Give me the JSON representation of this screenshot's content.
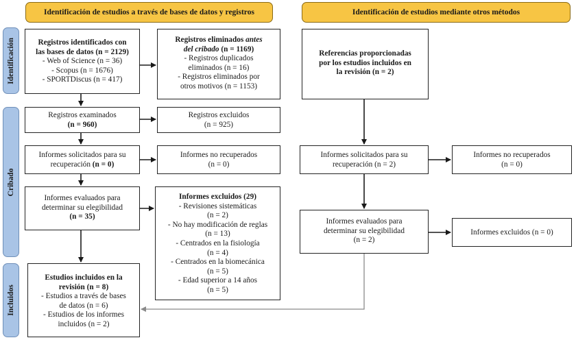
{
  "headers": {
    "databases": "Identificación de estudios a través de bases de datos y registros",
    "other_methods": "Identificación de estudios mediante otros métodos"
  },
  "phases": {
    "identification": "Identificación",
    "screening": "Cribado",
    "included": "Incluidos"
  },
  "left": {
    "identified": {
      "title_line1": "Registros identificados con",
      "title_line2": "las bases de datos (n = 2129)",
      "items": [
        "- Web of Science (n = 36)",
        "- Scopus (n = 1676)",
        "- SPORTDiscus (n = 417)"
      ]
    },
    "removed": {
      "title_a": "Registros eliminados ",
      "title_italic_1": "antes",
      "title_italic_2": "del cribado",
      "title_b": " (n = 1169)",
      "items": [
        "- Registros duplicados",
        "eliminados (n = 16)",
        "- Registros eliminados por",
        "otros motivos (n = 1153)"
      ]
    },
    "screened": {
      "line1": "Registros examinados",
      "line2": "(n = 960)"
    },
    "excluded": {
      "line1": "Registros excluidos",
      "line2": "(n = 925)"
    },
    "sought": {
      "line1": "Informes solicitados para su",
      "line2a": "recuperación ",
      "line2b": "(n = 0)"
    },
    "not_retrieved": {
      "line1": "Informes no recuperados",
      "line2": "(n = 0)"
    },
    "assessed": {
      "line1": "Informes evaluados para",
      "line2": "determinar su elegibilidad",
      "line3": "(n = 35)"
    },
    "reports_excluded": {
      "title": "Informes excluidos (29)",
      "items": [
        "- Revisiones sistemáticas",
        "(n = 2)",
        "- No hay modificación de reglas",
        "(n = 13)",
        "- Centrados en la fisiología",
        "(n = 4)",
        "- Centrados en la biomecánica",
        "(n = 5)",
        "- Edad superior a 14 años",
        "(n = 5)"
      ]
    },
    "included": {
      "title_line1": "Estudios incluidos en la",
      "title_line2": "revisión (n = 8)",
      "items": [
        "- Estudios a través de bases",
        "de datos (n = 6)",
        "- Estudios de los informes",
        "incluidos (n = 2)"
      ]
    }
  },
  "right": {
    "references": {
      "line1": "Referencias proporcionadas",
      "line2": "por los estudios incluidos en",
      "line3": "la revisión (n = 2)"
    },
    "sought": {
      "line1": "Informes solicitados para su",
      "line2": "recuperación (n = 2)"
    },
    "not_retrieved": {
      "line1": "Informes no recuperados",
      "line2": "(n = 0)"
    },
    "assessed": {
      "line1": "Informes evaluados para",
      "line2": "determinar su elegibilidad",
      "line3": "(n = 2)"
    },
    "excluded": {
      "line1": "Informes excluidos (n = 0)"
    }
  }
}
